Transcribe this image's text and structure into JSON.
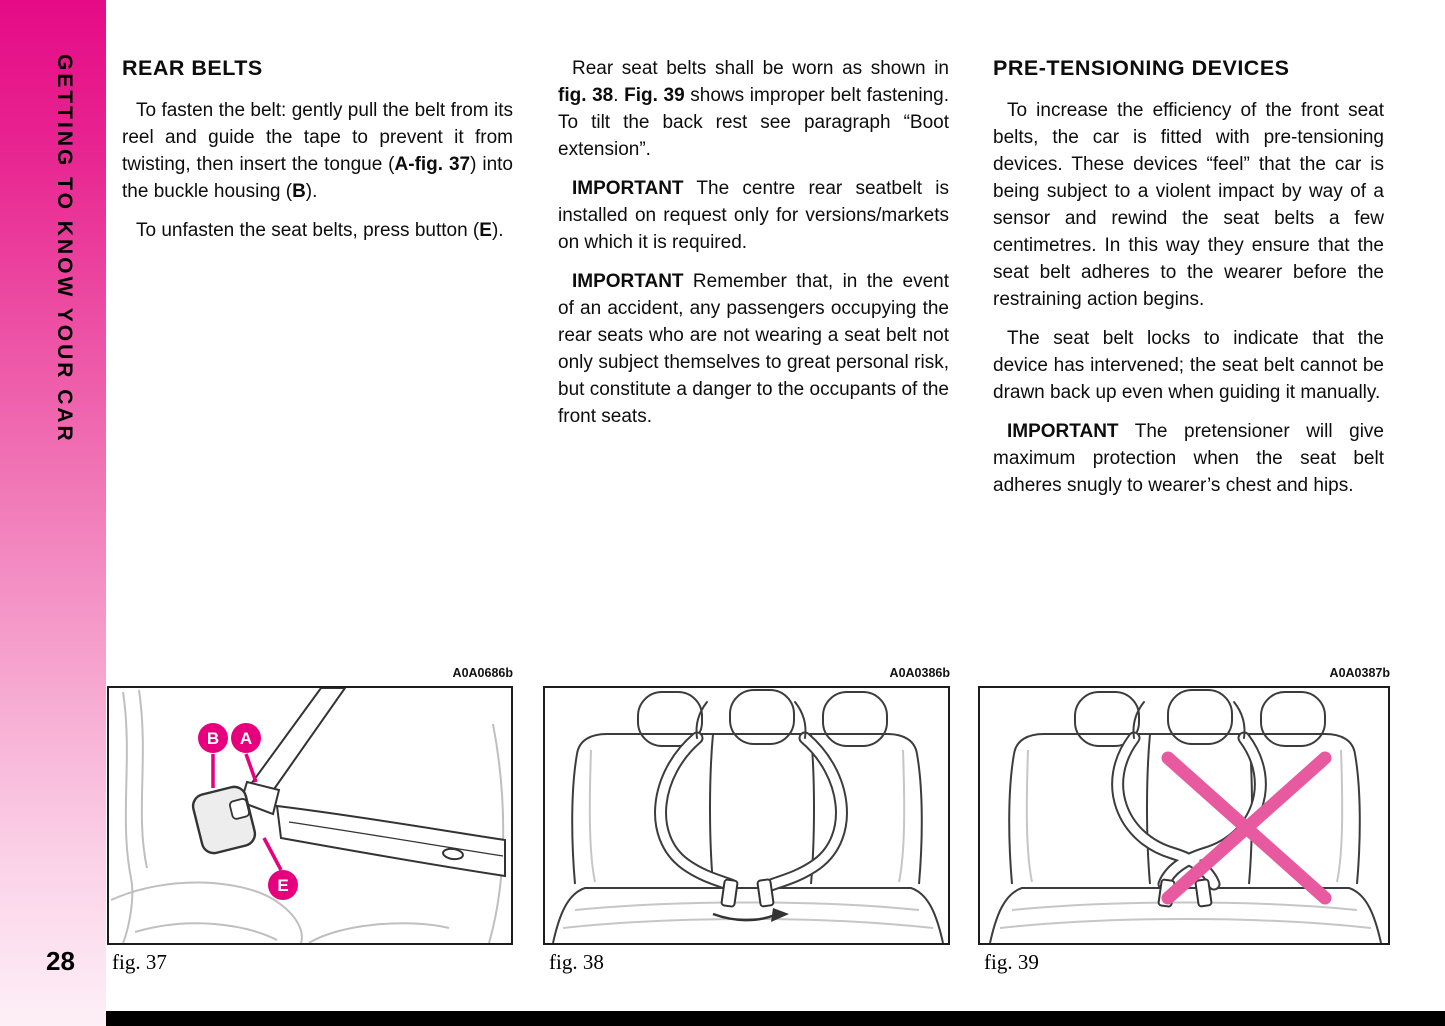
{
  "page": {
    "number": "28",
    "sidebar_title": "GETTING TO KNOW YOUR CAR"
  },
  "colors": {
    "accent_magenta": "#e6007e",
    "cross_pink": "#e85a9f",
    "sidebar_gradient_top": "#e50b86",
    "sidebar_gradient_bottom": "#fdf0f7"
  },
  "columns": {
    "left": {
      "heading": "REAR BELTS",
      "p1": [
        "To fasten the belt: gently pull the belt from its reel and guide the tape to prevent it from twisting, then insert the tongue (",
        "A-fig. 37",
        ") into the buckle housing (",
        "B",
        ")."
      ],
      "p2": [
        "To unfasten the seat belts, press button (",
        "E",
        ")."
      ]
    },
    "center": {
      "p1": [
        "Rear seat belts shall be worn as shown in ",
        "fig. 38",
        ". ",
        "Fig. 39",
        " shows improper belt fastening. To tilt the back rest see paragraph “Boot extension”."
      ],
      "p2": [
        "IMPORTANT",
        " The centre rear seatbelt is installed on request only for versions/markets on which it is required."
      ],
      "p3": [
        "IMPORTANT",
        " Remember that, in the event of an accident, any passengers occupying the rear seats who are not wearing a seat belt not only subject themselves to great personal risk, but constitute a danger to the occupants of the front seats."
      ]
    },
    "right": {
      "heading": "PRE-TENSIONING DEVICES",
      "p1": "To increase the efficiency of the front seat belts, the car is fitted with pre-tensioning devices. These devices “feel” that the car is being subject to a violent impact by way of a sensor and rewind the seat belts a few centimetres. In this way they ensure that the seat belt adheres to the wearer before the restraining action begins.",
      "p2": "The seat belt locks to indicate that the device has intervened; the seat belt cannot be drawn back up even when guiding it manually.",
      "p3": [
        "IMPORTANT",
        " The pretensioner will give maximum protection when the seat belt adheres snugly to wearer’s chest and hips."
      ]
    }
  },
  "figures": {
    "fig37": {
      "code": "A0A0686b",
      "caption": "fig. 37",
      "labels": {
        "a": "A",
        "b": "B",
        "e": "E"
      }
    },
    "fig38": {
      "code": "A0A0386b",
      "caption": "fig. 38"
    },
    "fig39": {
      "code": "A0A0387b",
      "caption": "fig. 39"
    }
  }
}
